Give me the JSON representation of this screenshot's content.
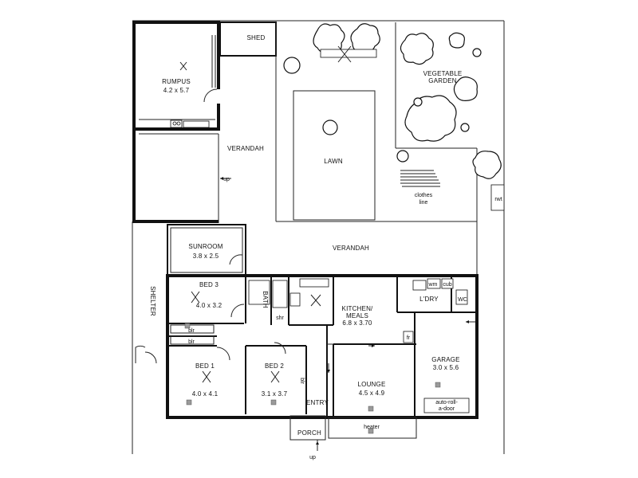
{
  "rooms": {
    "shed": "SHED",
    "rumpus": "RUMPUS",
    "rumpus_size": "4.2 x 5.7",
    "vegetable_garden_1": "VEGETABLE",
    "vegetable_garden_2": "GARDEN",
    "verandah_upper": "VERANDAH",
    "lawn": "LAWN",
    "clothes_line_1": "clothes",
    "clothes_line_2": "line",
    "rwt": "rwt",
    "verandah_lower": "VERANDAH",
    "sunroom": "SUNROOM",
    "sunroom_size": "3.8 x 2.5",
    "shelter": "SHELTER",
    "bed3": "BED 3",
    "bed3_size": "4.0 x 3.2",
    "bath": "BATH",
    "shr": "shr",
    "kitchen_1": "KITCHEN/",
    "kitchen_2": "MEALS",
    "kitchen_size": "6.8 x 3.70",
    "wm": "wm",
    "cub": "cub",
    "ldry": "L'DRY",
    "wc": "WC",
    "blr_1": "blr",
    "blr_2": "blr",
    "blr_3": "blr",
    "fr": "fr",
    "garage": "GARAGE",
    "garage_size": "3.0 x 5.6",
    "bed1": "BED 1",
    "bed1_size": "4.0 x 4.1",
    "bed2": "BED 2",
    "bed2_size": "3.1 x 3.7",
    "lounge": "LOUNGE",
    "lounge_size": "4.5 x 4.9",
    "entry": "ENTRY",
    "heater": "heater",
    "auto_door_1": "auto-roll-",
    "auto_door_2": "a-door",
    "porch": "PORCH",
    "up_1": "up",
    "up_2": "up"
  }
}
